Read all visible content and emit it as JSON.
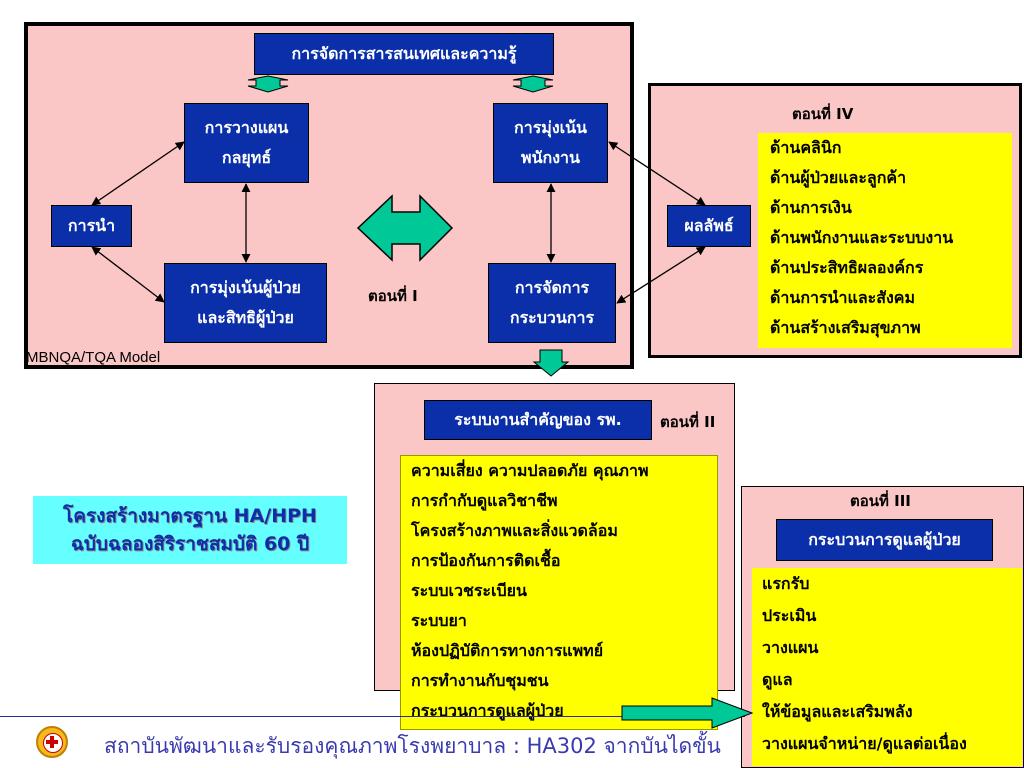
{
  "section_one": {
    "header": "การจัดการสารสนเทศและความรู้",
    "strategy": [
      "การวางแผน",
      "กลยุทธ์"
    ],
    "workforce": [
      "การมุ่งเน้น",
      "พนักงาน"
    ],
    "leadership": "การนำ",
    "patient_focus": [
      "การมุ่งเน้นผู้ป่วย",
      "และสิทธิผู้ป่วย"
    ],
    "process": [
      "การจัดการ",
      "กระบวนการ"
    ],
    "label": "ตอนที่ I",
    "model_caption": "MBNQA/TQA Model"
  },
  "section_four": {
    "label": "ตอนที่ IV",
    "results_box": "ผลลัพธ์",
    "items": [
      "ด้านคลินิก",
      "ด้านผู้ป่วยและลูกค้า",
      "ด้านการเงิน",
      "ด้านพนักงานและระบบงาน",
      "ด้านประสิทธิผลองค์กร",
      "ด้านการนำและสังคม",
      "ด้านสร้างเสริมสุขภาพ"
    ]
  },
  "section_two": {
    "header": "ระบบงานสำคัญของ รพ.",
    "label": "ตอนที่ II",
    "items": [
      "ความเสี่ยง ความปลอดภัย คุณภาพ",
      "การกำกับดูแลวิชาชีพ",
      "โครงสร้างภาพและสิ่งแวดล้อม",
      "การป้องกันการติดเชื้อ",
      "ระบบเวชระเบียน",
      "ระบบยา",
      "ห้องปฏิบัติการทางการแพทย์",
      "การทำงานกับชุมชน",
      "กระบวนการดูแลผู้ป่วย"
    ]
  },
  "section_three": {
    "label": "ตอนที่ III",
    "header": "กระบวนการดูแลผู้ป่วย",
    "items": [
      "แรกรับ",
      "ประเมิน",
      "วางแผน",
      "ดูแล",
      "ให้ข้อมูลและเสริมพลัง",
      "วางแผนจำหน่าย/ดูแลต่อเนื่อง"
    ]
  },
  "title_box": {
    "lines": [
      "โครงสร้างมาตรฐาน HA/HPH",
      "ฉบับฉลองสิริราชสมบัติ 60 ปี"
    ]
  },
  "footer": {
    "text": "สถาบันพัฒนาและรับรองคุณภาพโรงพยาบาล : HA302 จากบันไดขั้น"
  },
  "colors": {
    "pink": "#fbc6c6",
    "blue_box": "#0b2fa8",
    "yellow": "#ffff00",
    "teal_arrow": "#00c896",
    "cyan_title": "#66ffff",
    "footer_text": "#3a3ab0"
  }
}
